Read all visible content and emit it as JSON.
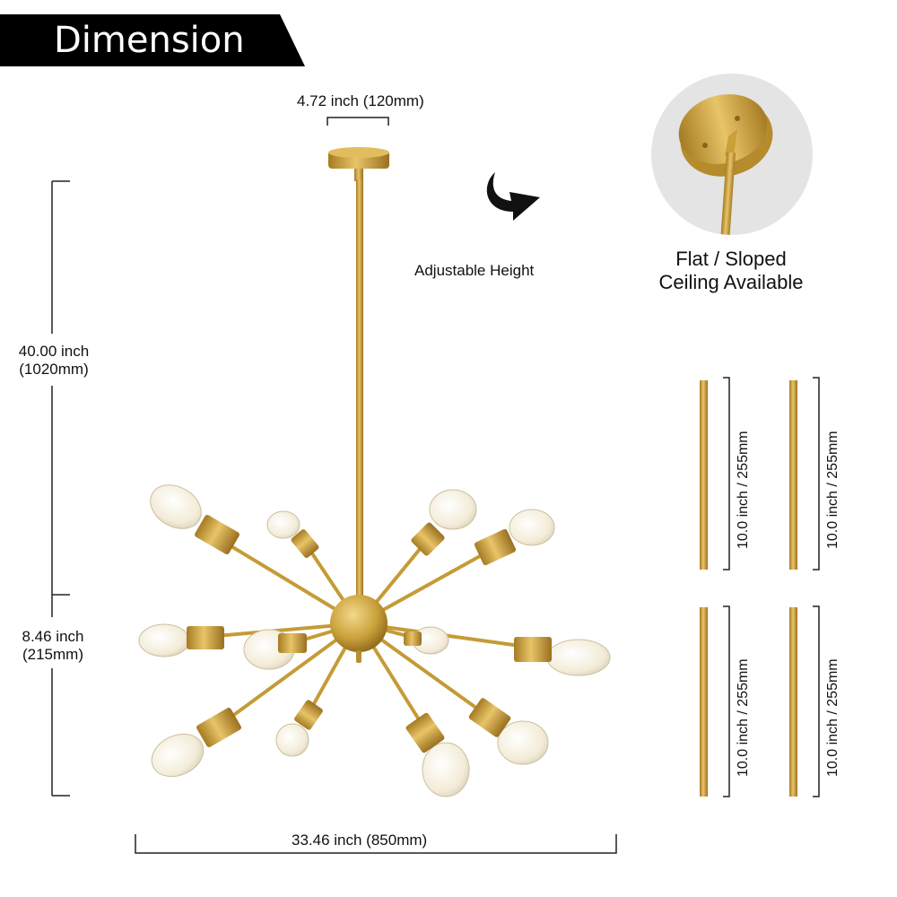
{
  "banner": {
    "title": "Dimension"
  },
  "dimensions": {
    "canopy_width": "4.72 inch (120mm)",
    "total_height": [
      "40.00 inch",
      "(1020mm)"
    ],
    "body_height": [
      "8.46 inch",
      "(215mm)"
    ],
    "width": "33.46 inch (850mm)"
  },
  "features": {
    "adjustable": "Adjustable Height",
    "ceiling": [
      "Flat / Sloped",
      "Ceiling Available"
    ]
  },
  "rods": {
    "label": "10.0 inch / 255mm",
    "count": 4
  },
  "colors": {
    "banner": "#000000",
    "brass": "#c9a03a",
    "bulb": "#f3ecd8"
  },
  "icons": [
    "curved-arrow-icon"
  ]
}
